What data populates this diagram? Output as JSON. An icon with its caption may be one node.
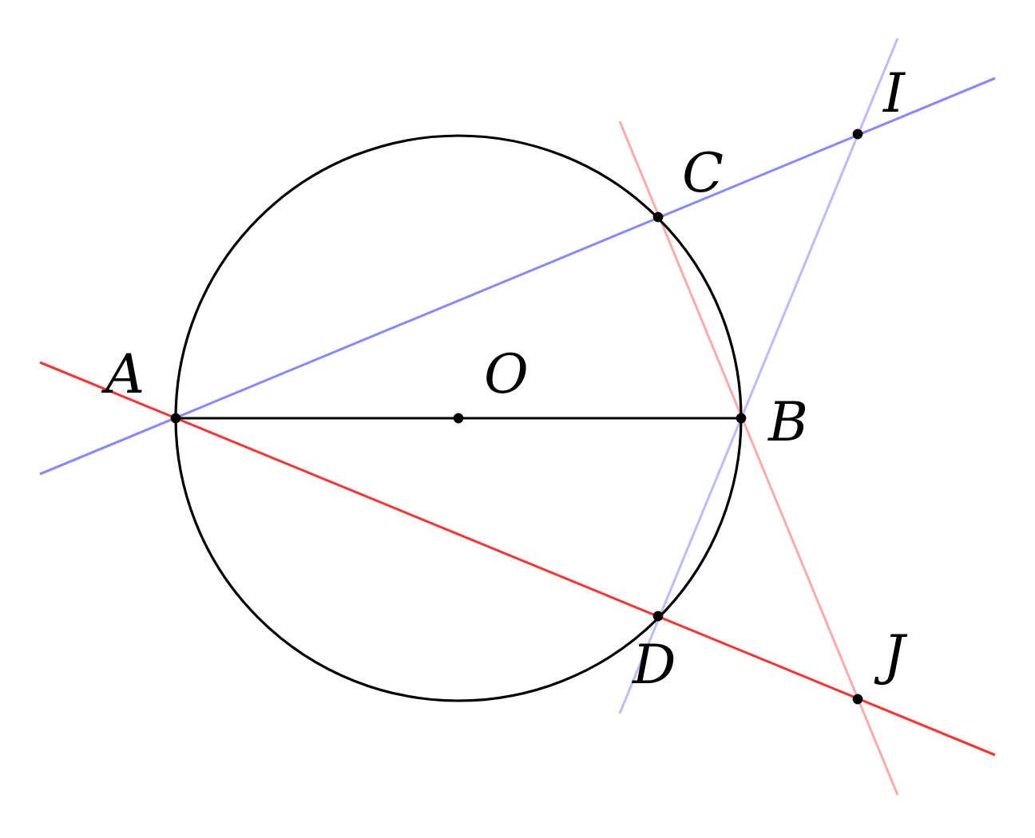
{
  "diagram": {
    "labels": [
      "I",
      "C",
      "A",
      "O",
      "B",
      "D",
      "J"
    ]
  }
}
